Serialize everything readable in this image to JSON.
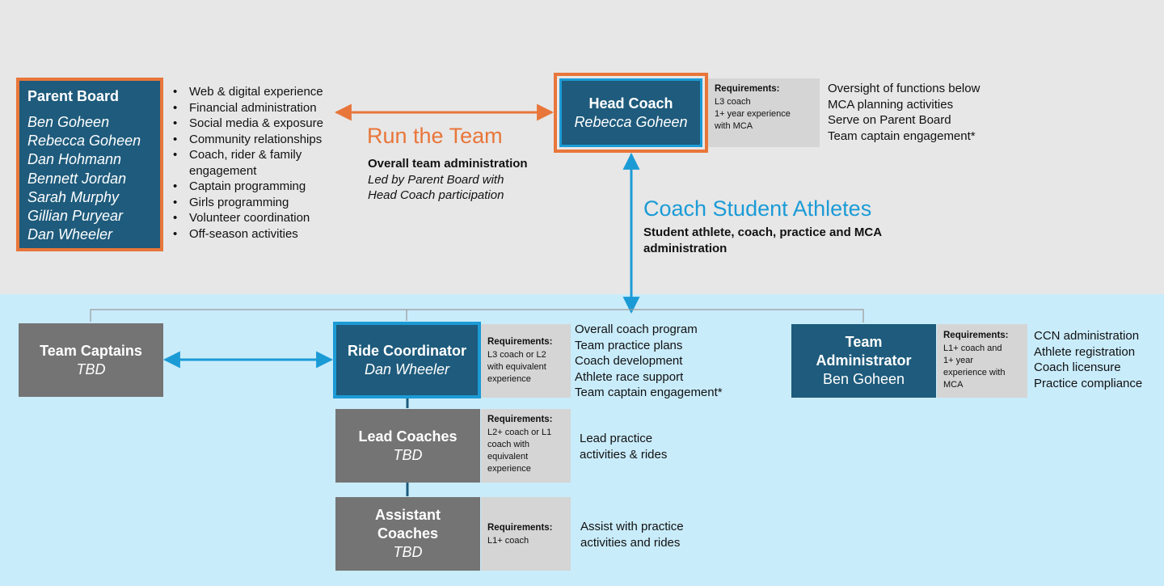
{
  "parent_board": {
    "title": "Parent Board",
    "members": [
      "Ben Goheen",
      "Rebecca Goheen",
      "Dan Hohmann",
      "Bennett Jordan",
      "Sarah Murphy",
      "Gillian Puryear",
      "Dan Wheeler"
    ],
    "duties": [
      "Web & digital experience",
      "Financial administration",
      "Social media & exposure",
      "Community relationships",
      "Coach, rider & family engagement",
      "Captain programming",
      "Girls programming",
      "Volunteer coordination",
      "Off-season activities"
    ]
  },
  "run_the_team": {
    "title": "Run the Team",
    "subtitle": "Overall team administration",
    "note_line1": "Led by Parent Board with",
    "note_line2": "Head Coach participation"
  },
  "head_coach": {
    "title": "Head Coach",
    "name": "Rebecca Goheen",
    "req_label": "Requirements:",
    "req_lines": [
      "L3 coach",
      "1+ year experience",
      "with MCA"
    ],
    "duties": [
      "Oversight of functions below",
      "MCA planning activities",
      "Serve on Parent Board",
      "Team captain engagement*"
    ]
  },
  "coach_athletes": {
    "title": "Coach Student Athletes",
    "subtitle": "Student athlete, coach, practice and MCA administration"
  },
  "team_captains": {
    "title": "Team Captains",
    "name": "TBD"
  },
  "ride_coordinator": {
    "title": "Ride Coordinator",
    "name": "Dan Wheeler",
    "req_label": "Requirements:",
    "req_lines": [
      "L3 coach or L2",
      "with equivalent",
      "experience"
    ],
    "duties": [
      "Overall coach program",
      "Team practice plans",
      "Coach development",
      "Athlete race support",
      "Team captain engagement*"
    ]
  },
  "lead_coaches": {
    "title": "Lead Coaches",
    "name": "TBD",
    "req_label": "Requirements:",
    "req_lines": [
      "L2+ coach or L1",
      "coach with",
      "equivalent",
      "experience"
    ],
    "duties": [
      "Lead practice",
      "activities & rides"
    ]
  },
  "assistant_coaches": {
    "title_line1": "Assistant",
    "title_line2": "Coaches",
    "name": "TBD",
    "req_label": "Requirements:",
    "req_lines": [
      "L1+ coach"
    ],
    "duties": [
      "Assist with practice",
      "activities and rides"
    ]
  },
  "team_admin": {
    "title_line1": "Team",
    "title_line2": "Administrator",
    "name": "Ben Goheen",
    "req_label": "Requirements:",
    "req_lines": [
      "L1+ coach and",
      "1+ year",
      "experience with",
      "MCA"
    ],
    "duties": [
      "CCN administration",
      "Athlete registration",
      "Coach licensure",
      "Practice compliance"
    ]
  },
  "colors": {
    "navy": "#1e5b7c",
    "grey": "#747474",
    "orange": "#e8763a",
    "blue": "#1b9bd6",
    "req_bg": "#d5d5d5",
    "top_bg": "#e7e7e7",
    "bottom_bg": "#c9ecfb"
  }
}
